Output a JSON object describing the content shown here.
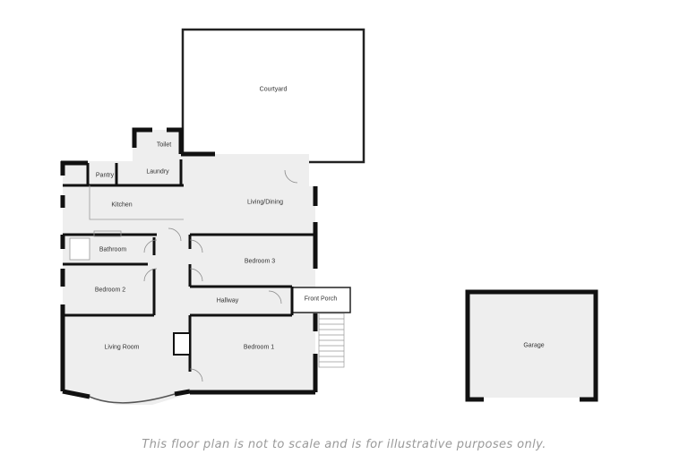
{
  "floorplan": {
    "rooms": {
      "courtyard": "Courtyard",
      "toilet": "Toilet",
      "laundry": "Laundry",
      "pantry": "Pantry",
      "kitchen": "Kitchen",
      "living_dining": "Living/Dining",
      "bathroom": "Bathroom",
      "bedroom3": "Bedroom 3",
      "bedroom2": "Bedroom 2",
      "hallway": "Hallway",
      "front_porch": "Front Porch",
      "living_room": "Living Room",
      "bedroom1": "Bedroom 1",
      "garage": "Garage"
    },
    "colors": {
      "wall": "#111111",
      "floor": "#eeeeee",
      "outline": "#888888"
    }
  },
  "caption": "This floor plan is not to scale and is for illustrative purposes only."
}
